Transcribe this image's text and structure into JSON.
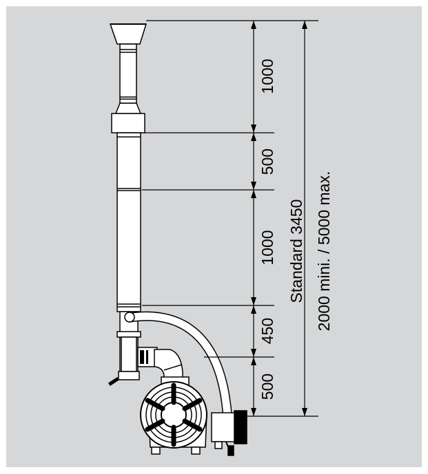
{
  "colors": {
    "background": "#d6d7d9",
    "pipe_fill": "#ffffff",
    "stroke": "#000000"
  },
  "dimensions": {
    "segments": [
      {
        "label": "1000"
      },
      {
        "label": "500"
      },
      {
        "label": "1000"
      },
      {
        "label": "450"
      },
      {
        "label": "500"
      }
    ],
    "total_line1": "Standard 3450",
    "total_line2": "2000 mini. / 5000 max."
  },
  "parts": {
    "rain_cap": "rain-cap",
    "fan": "fan-unit",
    "flex_hose": "flexible-hose"
  }
}
